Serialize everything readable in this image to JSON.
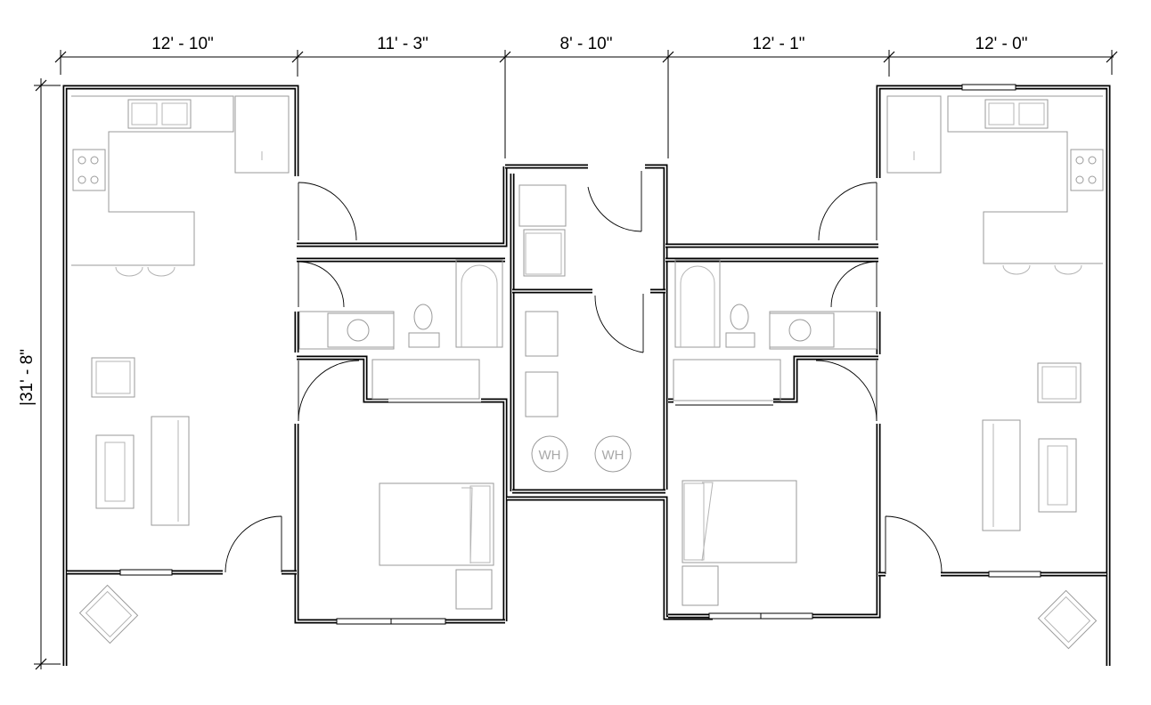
{
  "dimensions": {
    "widths": [
      "12' - 10\"",
      "11' - 3\"",
      "8' - 10\"",
      "12' - 1\"",
      "12' - 0\""
    ],
    "height": "|31' - 8\""
  },
  "utility": {
    "water_heater_1": "WH",
    "water_heater_2": "WH"
  }
}
